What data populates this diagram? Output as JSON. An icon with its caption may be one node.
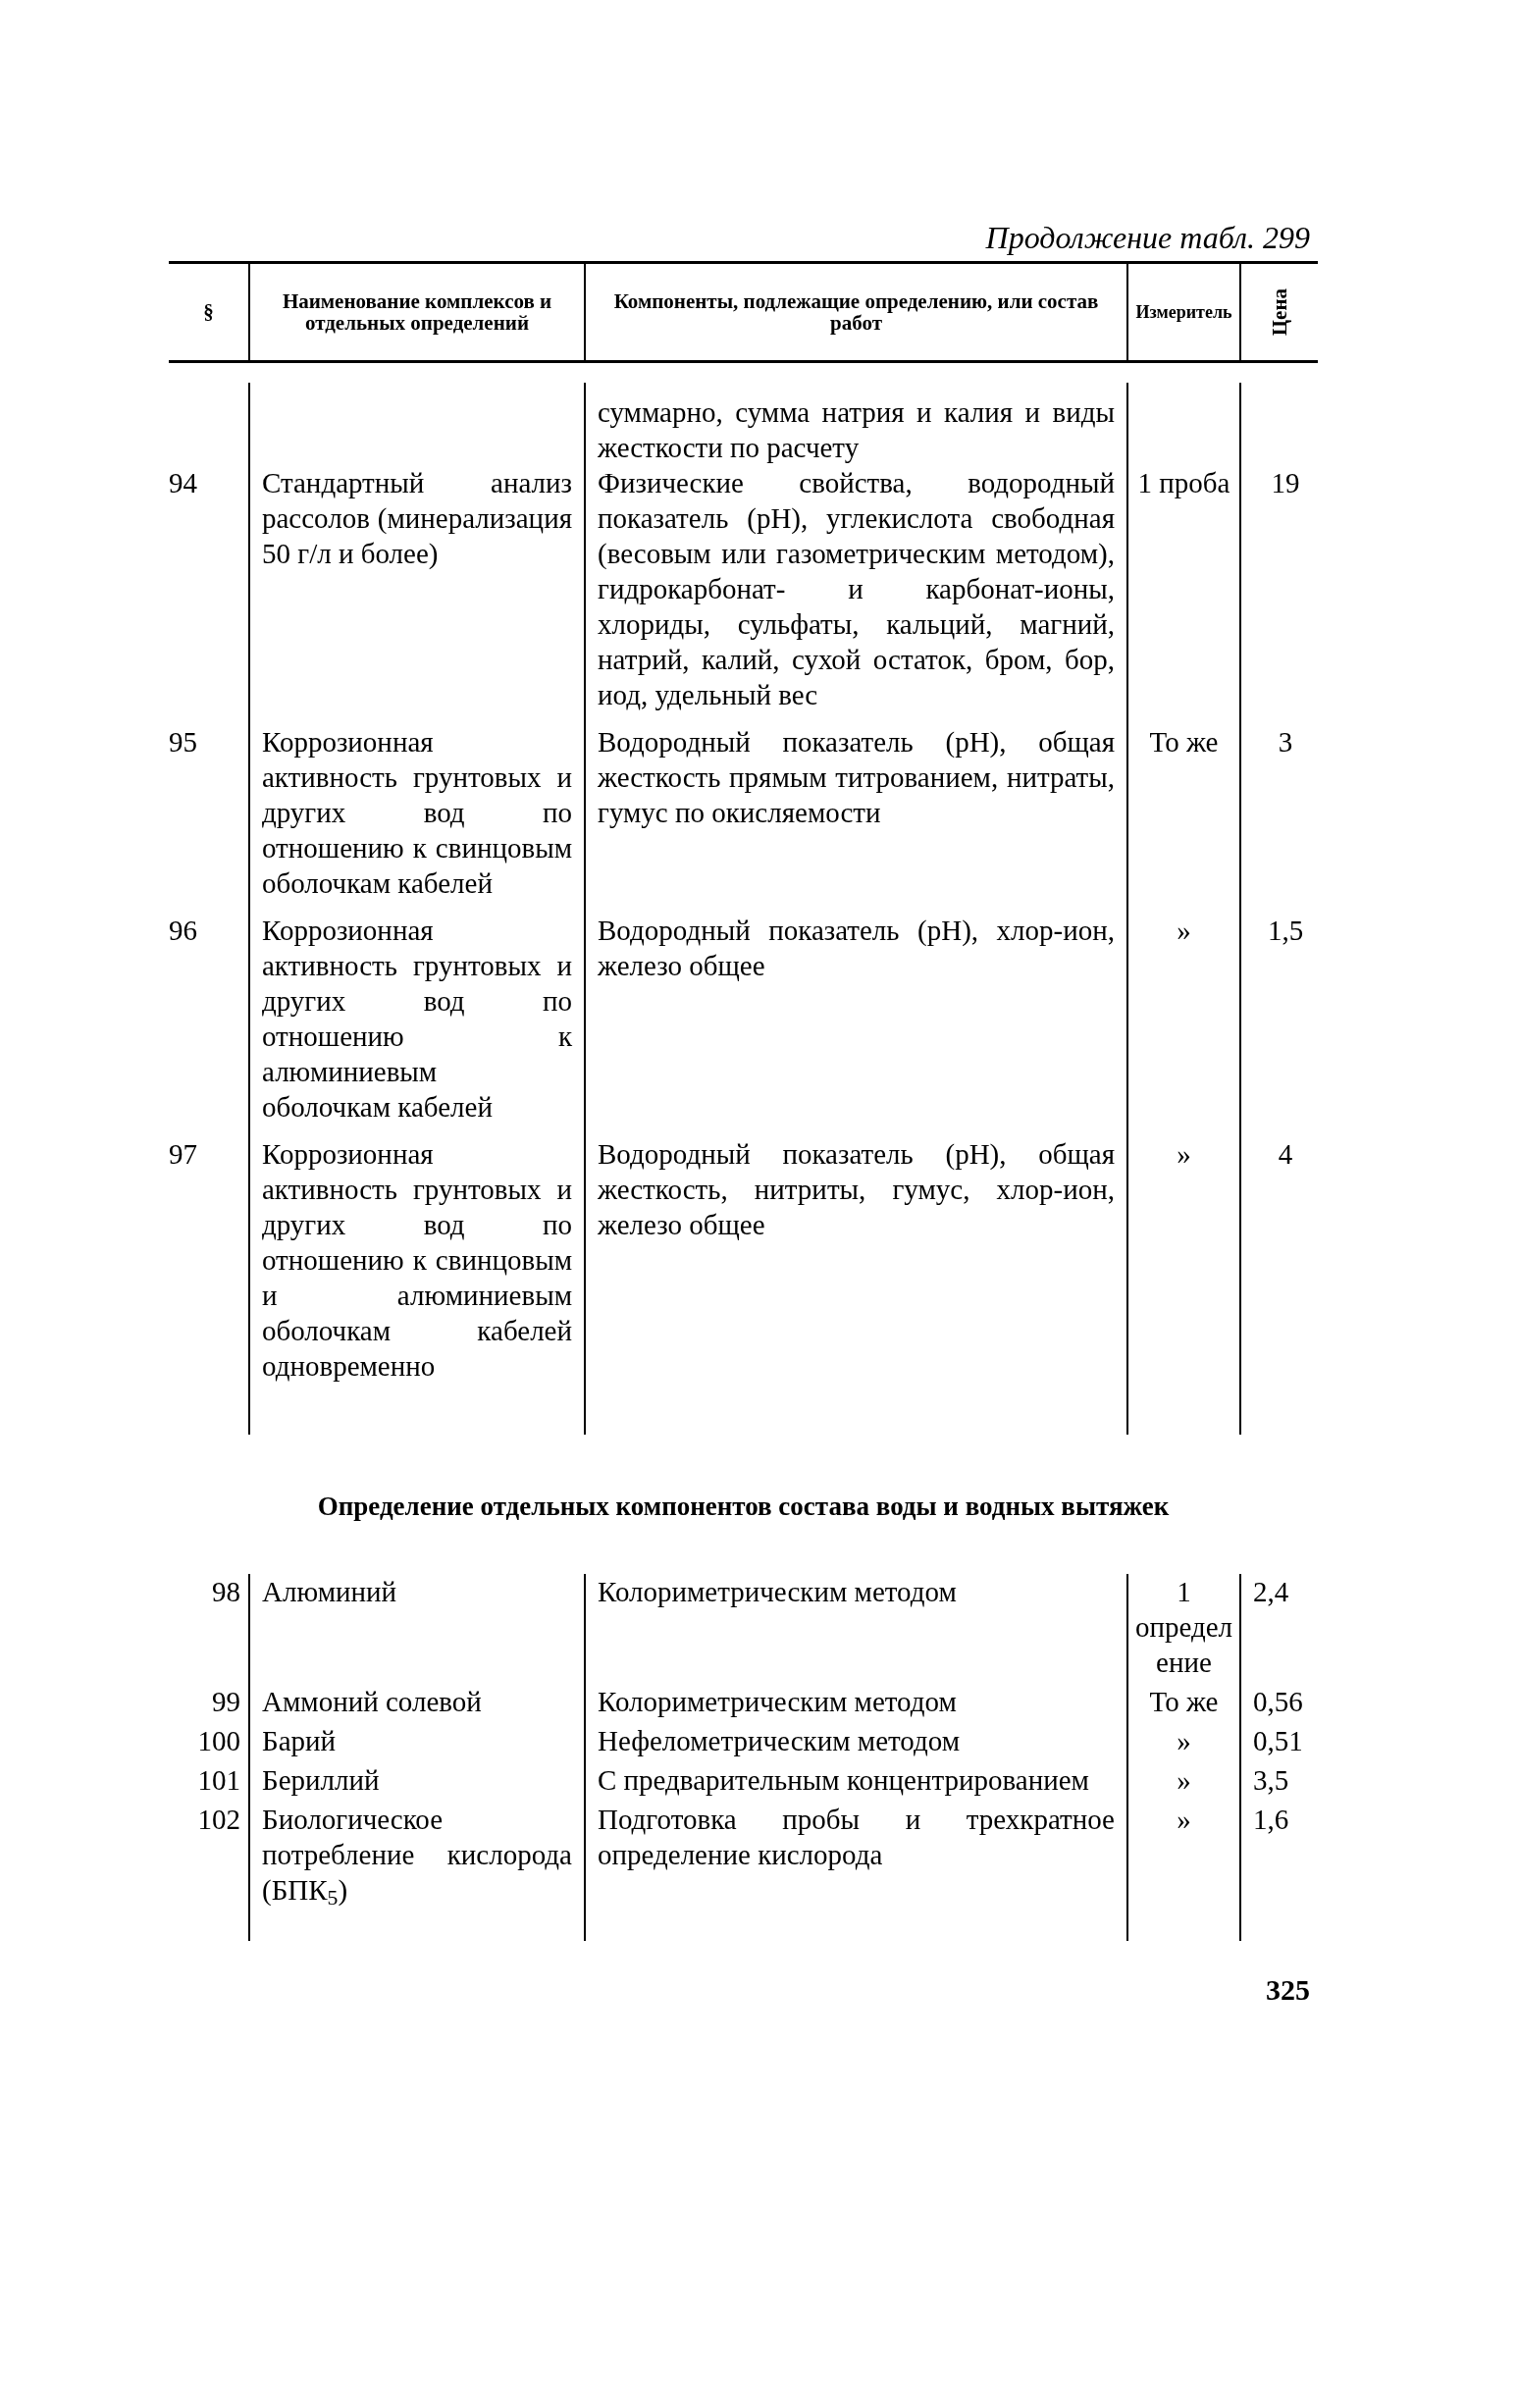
{
  "diagram": {
    "title": "Продолжение табл. 299",
    "labels": [
      "§",
      "Наименование комплексов и отдельных определений",
      "Компоненты, подлежащие определению, или состав работ",
      "Измеритель",
      "Цена",
      "суммарно, сумма натрия и калия и виды жесткости по расчету",
      "94",
      "Стандартный анализ рассолов (минерализация 50 г/л и более)",
      "Физические свойства, водородный показатель (рН), углекислота свободная (весовым или газометрическим методом), гидрокарбонат- и карбонат-ионы, хлориды, сульфаты, кальций, магний, натрий, калий, сухой остаток, бром, бор, иод, удельный вес",
      "1 проба",
      "19",
      "95",
      "Коррозионная активность грунтовых и других вод по отношению к свинцовым оболочкам кабелей",
      "Водородный показатель (рН), общая жесткость прямым титрованием, нитраты, гумус по окисляемости",
      "То же",
      "3",
      "96",
      "Коррозионная активность грунтовых и других вод по отношению к алюминиевым оболочкам кабелей",
      "Водородный показатель (рН), хлор-ион, железо общее",
      "»",
      "1,5",
      "97",
      "Коррозионная активность грунтовых и других вод по отношению к свинцовым и алюминиевым оболочкам кабелей одновременно",
      "Водородный показатель (рН), общая жесткость, нитриты, гумус, хлор-ион, железо общее",
      "»",
      "4",
      "Определение отдельных компонентов состава воды и водных вытяжек",
      "98",
      "Алюминий",
      "Колориметрическим методом",
      "1 определение",
      "2,4",
      "99",
      "Аммоний солевой",
      "Колориметрическим методом",
      "То же",
      "0,56",
      "100",
      "Барий",
      "Нефелометрическим методом",
      "»",
      "0,51",
      "101",
      "Бериллий",
      "С предварительным концентрированием",
      "»",
      "3,5",
      "102",
      "Биологическое потребление кислорода (БПК$_{5}$)",
      "Подготовка пробы и трехкратное определение кислорода",
      "»",
      "1,6",
      "325"
    ]
  }
}
